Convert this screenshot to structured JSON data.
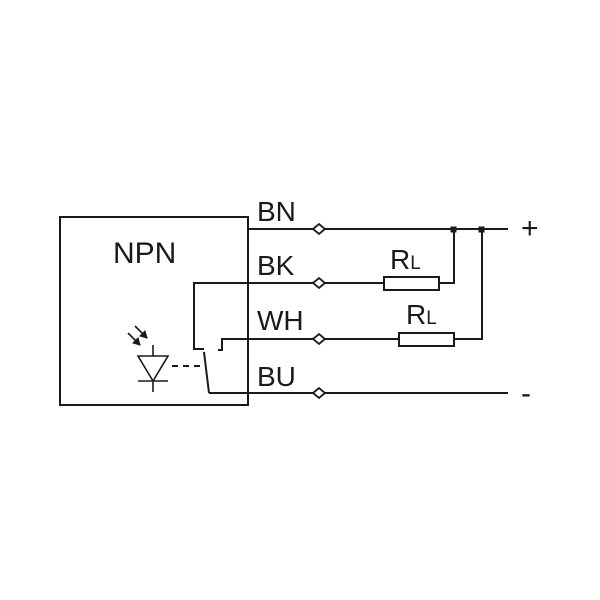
{
  "device": {
    "type_label": "NPN"
  },
  "terminals": [
    {
      "code": "BN"
    },
    {
      "code": "BK"
    },
    {
      "code": "WH"
    },
    {
      "code": "BU"
    }
  ],
  "loads": [
    {
      "symbol": "R",
      "subscript": "L"
    },
    {
      "symbol": "R",
      "subscript": "L"
    }
  ],
  "supply": {
    "positive": "+",
    "negative": "-"
  }
}
